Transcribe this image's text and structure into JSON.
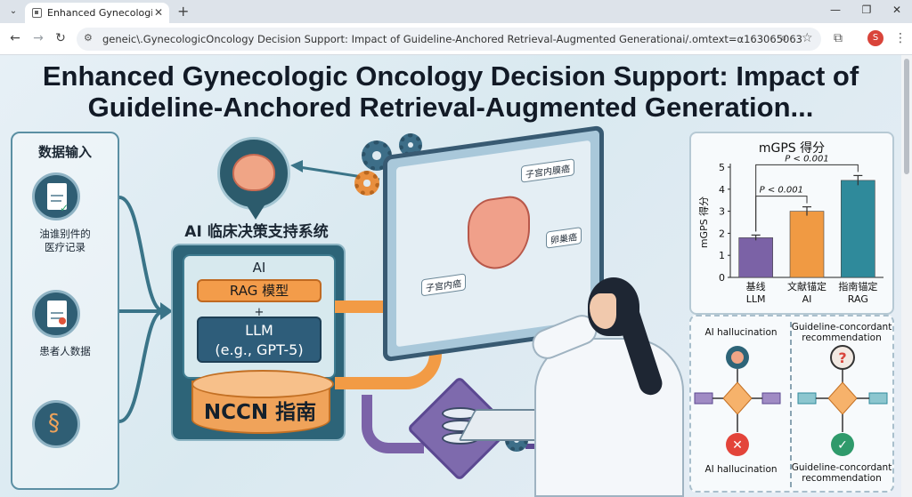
{
  "browser": {
    "tab_title": "Enhanced Gynecologic Oncology Decision Support",
    "tab_close": "✕",
    "new_tab": "+",
    "window_controls": {
      "minimize": "—",
      "restore": "❐",
      "close": "✕"
    },
    "url": "geneic\\.GynecologicOncology Decision Support: Impact of Guideline-Anchored Retrieval-Augmented Generationai/.omtext=α163065063",
    "profile_initial": "S",
    "icons": [
      "tab-menu-icon",
      "back-icon",
      "forward-icon",
      "reload-icon",
      "site-info-icon",
      "zoom-icon",
      "bookmark-star-icon",
      "extensions-icon",
      "menu-icon"
    ]
  },
  "infographic": {
    "title_line1": "Enhanced Gynecologic Oncology Decision Support: Impact of",
    "title_line2": "Guideline-Anchored Retrieval-Augmented Generation...",
    "input_panel": {
      "heading": "数据输入",
      "items": [
        {
          "label_line1": "油谁别件的",
          "label_line2": "医疗记录"
        },
        {
          "label_line1": "患者人数据",
          "label_line2": ""
        },
        {
          "label_line1": "",
          "label_line2": ""
        }
      ]
    },
    "ai_system": {
      "title": "AI 临床决策支持系统",
      "ai_label": "AI",
      "rag_label": "RAG 模型",
      "plus": "+",
      "llm_line1": "LLM",
      "llm_line2": "(e.g., GPT-5)",
      "guideline_label": "NCCN 指南"
    },
    "screen_tags": {
      "tag1": "子宫内膜癌",
      "tag2": "卵巢癌",
      "tag3": "子宫内癌"
    },
    "hallucination_panel": {
      "left_top": "AI hallucination",
      "left_bottom": "AI hallucination",
      "right_top_line1": "Guideline-concordant",
      "right_top_line2": "recommendation",
      "right_bottom_line1": "Guideline-concordant",
      "right_bottom_line2": "recommendation"
    },
    "colors": {
      "bar_baseline": "#7b62a6",
      "bar_literature": "#f09a43",
      "bar_guideline": "#2f8a9b",
      "accent_teal": "#2d6478",
      "accent_orange": "#f29b45"
    }
  },
  "chart_data": {
    "type": "bar",
    "title": "mGPS 得分",
    "ylabel": "mGPS 得分",
    "xlabel": "",
    "ylim": [
      0,
      5
    ],
    "yticks": [
      0,
      1,
      2,
      3,
      4,
      5
    ],
    "categories": [
      {
        "line1": "基线",
        "line2": "LLM"
      },
      {
        "line1": "文献锚定",
        "line2": "AI"
      },
      {
        "line1": "指南锚定",
        "line2": "RAG"
      }
    ],
    "values": [
      1.8,
      3.0,
      4.4
    ],
    "errors": [
      0.12,
      0.2,
      0.22
    ],
    "annotations": [
      {
        "from": 0,
        "to": 1,
        "text": "P < 0.001"
      },
      {
        "from": 0,
        "to": 2,
        "text": "P < 0.001"
      }
    ]
  }
}
